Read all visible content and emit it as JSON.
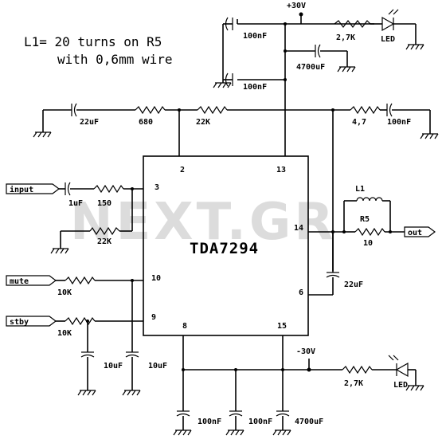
{
  "watermark": "NEXT.GR",
  "note": {
    "line1": "L1= 20 turns on R5",
    "line2": "with 0,6mm wire"
  },
  "chip": {
    "name": "TDA7294",
    "pins": {
      "p2": "2",
      "p3": "3",
      "p13": "13",
      "p14": "14",
      "p10": "10",
      "p9": "9",
      "p8": "8",
      "p15": "15",
      "p6": "6"
    }
  },
  "ports": {
    "input": "input",
    "mute": "mute",
    "stby": "stby",
    "out": "out"
  },
  "supply": {
    "pos": "+30V",
    "neg": "-30V"
  },
  "components": {
    "c_top_100n_a": "100nF",
    "c_top_100n_b": "100nF",
    "c_top_4700u": "4700uF",
    "r_top_27k": "2,7K",
    "led_top": "LED",
    "c_fb_22u": "22uF",
    "r_680": "680",
    "r_22k_fb": "22K",
    "r_4_7": "4,7",
    "c_out_100n": "100nF",
    "c_in_1u": "1uF",
    "r_150": "150",
    "r_22k_in": "22K",
    "l1": "L1",
    "r5": "R5",
    "r_10": "10",
    "c_boot_22u": "22uF",
    "r_mute_10k": "10K",
    "r_stby_10k": "10K",
    "c_stby_10u": "10uF",
    "c_mute_10u": "10uF",
    "c_bot_100n_a": "100nF",
    "c_bot_100n_b": "100nF",
    "c_bot_4700u": "4700uF",
    "r_bot_27k": "2,7K",
    "led_bot": "LED"
  }
}
